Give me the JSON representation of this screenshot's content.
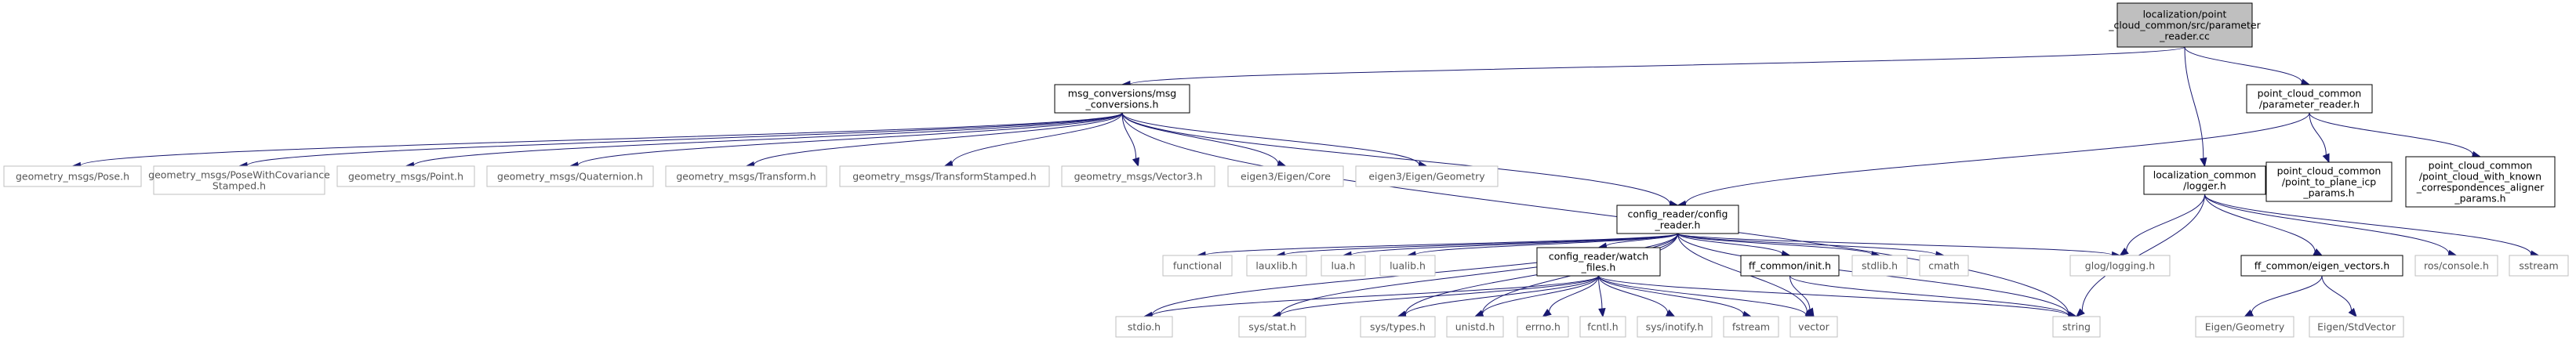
{
  "colors": {
    "edge": "#191970",
    "root_fill": "#bfbfbf",
    "node_fill": "#ffffff",
    "node_stroke_internal": "#000000",
    "node_stroke_external": "#bfbfbf",
    "text_internal": "#000000",
    "text_external": "#555555"
  },
  "nodes": [
    {
      "id": "root",
      "lines": [
        "localization/point",
        "_cloud_common/src/parameter",
        "_reader.cc"
      ],
      "kind": "root"
    },
    {
      "id": "msg_conv",
      "lines": [
        "msg_conversions/msg",
        "_conversions.h"
      ],
      "kind": "internal"
    },
    {
      "id": "pcc_param",
      "lines": [
        "point_cloud_common",
        "/parameter_reader.h"
      ],
      "kind": "internal"
    },
    {
      "id": "pose",
      "lines": [
        "geometry_msgs/Pose.h"
      ],
      "kind": "external"
    },
    {
      "id": "pose_cov",
      "lines": [
        "geometry_msgs/PoseWithCovariance",
        "Stamped.h"
      ],
      "kind": "external"
    },
    {
      "id": "point",
      "lines": [
        "geometry_msgs/Point.h"
      ],
      "kind": "external"
    },
    {
      "id": "quat",
      "lines": [
        "geometry_msgs/Quaternion.h"
      ],
      "kind": "external"
    },
    {
      "id": "transform",
      "lines": [
        "geometry_msgs/Transform.h"
      ],
      "kind": "external"
    },
    {
      "id": "transform_st",
      "lines": [
        "geometry_msgs/TransformStamped.h"
      ],
      "kind": "external"
    },
    {
      "id": "vector3",
      "lines": [
        "geometry_msgs/Vector3.h"
      ],
      "kind": "external"
    },
    {
      "id": "eigen_core",
      "lines": [
        "eigen3/Eigen/Core"
      ],
      "kind": "external"
    },
    {
      "id": "eigen_geom",
      "lines": [
        "eigen3/Eigen/Geometry"
      ],
      "kind": "external"
    },
    {
      "id": "config_reader",
      "lines": [
        "config_reader/config",
        "_reader.h"
      ],
      "kind": "internal"
    },
    {
      "id": "loc_logger",
      "lines": [
        "localization_common",
        "/logger.h"
      ],
      "kind": "internal"
    },
    {
      "id": "p2p_icp",
      "lines": [
        "point_cloud_common",
        "/point_to_plane_icp",
        "_params.h"
      ],
      "kind": "internal"
    },
    {
      "id": "aligner",
      "lines": [
        "point_cloud_common",
        "/point_cloud_with_known",
        "_correspondences_aligner",
        "_params.h"
      ],
      "kind": "internal"
    },
    {
      "id": "functional",
      "lines": [
        "functional"
      ],
      "kind": "external"
    },
    {
      "id": "lauxlib",
      "lines": [
        "lauxlib.h"
      ],
      "kind": "external"
    },
    {
      "id": "lua",
      "lines": [
        "lua.h"
      ],
      "kind": "external"
    },
    {
      "id": "lualib",
      "lines": [
        "lualib.h"
      ],
      "kind": "external"
    },
    {
      "id": "watch_files",
      "lines": [
        "config_reader/watch",
        "_files.h"
      ],
      "kind": "internal"
    },
    {
      "id": "ff_init",
      "lines": [
        "ff_common/init.h"
      ],
      "kind": "internal"
    },
    {
      "id": "stdlib",
      "lines": [
        "stdlib.h"
      ],
      "kind": "external"
    },
    {
      "id": "cmath",
      "lines": [
        "cmath"
      ],
      "kind": "external"
    },
    {
      "id": "glog",
      "lines": [
        "glog/logging.h"
      ],
      "kind": "external"
    },
    {
      "id": "ff_eigen",
      "lines": [
        "ff_common/eigen_vectors.h"
      ],
      "kind": "internal"
    },
    {
      "id": "ros_console",
      "lines": [
        "ros/console.h"
      ],
      "kind": "external"
    },
    {
      "id": "sstream",
      "lines": [
        "sstream"
      ],
      "kind": "external"
    },
    {
      "id": "stdio",
      "lines": [
        "stdio.h"
      ],
      "kind": "external"
    },
    {
      "id": "sys_stat",
      "lines": [
        "sys/stat.h"
      ],
      "kind": "external"
    },
    {
      "id": "sys_types",
      "lines": [
        "sys/types.h"
      ],
      "kind": "external"
    },
    {
      "id": "unistd",
      "lines": [
        "unistd.h"
      ],
      "kind": "external"
    },
    {
      "id": "errno",
      "lines": [
        "errno.h"
      ],
      "kind": "external"
    },
    {
      "id": "fcntl",
      "lines": [
        "fcntl.h"
      ],
      "kind": "external"
    },
    {
      "id": "sys_inotify",
      "lines": [
        "sys/inotify.h"
      ],
      "kind": "external"
    },
    {
      "id": "fstream",
      "lines": [
        "fstream"
      ],
      "kind": "external"
    },
    {
      "id": "vector",
      "lines": [
        "vector"
      ],
      "kind": "external"
    },
    {
      "id": "string",
      "lines": [
        "string"
      ],
      "kind": "external"
    },
    {
      "id": "eigen_geometry2",
      "lines": [
        "Eigen/Geometry"
      ],
      "kind": "external"
    },
    {
      "id": "eigen_stdvector",
      "lines": [
        "Eigen/StdVector"
      ],
      "kind": "external"
    }
  ],
  "edges": [
    [
      "root",
      "msg_conv"
    ],
    [
      "root",
      "pcc_param"
    ],
    [
      "root",
      "loc_logger"
    ],
    [
      "msg_conv",
      "pose"
    ],
    [
      "msg_conv",
      "pose_cov"
    ],
    [
      "msg_conv",
      "point"
    ],
    [
      "msg_conv",
      "quat"
    ],
    [
      "msg_conv",
      "transform"
    ],
    [
      "msg_conv",
      "transform_st"
    ],
    [
      "msg_conv",
      "vector3"
    ],
    [
      "msg_conv",
      "eigen_core"
    ],
    [
      "msg_conv",
      "eigen_geom"
    ],
    [
      "msg_conv",
      "config_reader"
    ],
    [
      "msg_conv",
      "string"
    ],
    [
      "pcc_param",
      "config_reader"
    ],
    [
      "pcc_param",
      "p2p_icp"
    ],
    [
      "pcc_param",
      "aligner"
    ],
    [
      "config_reader",
      "functional"
    ],
    [
      "config_reader",
      "lauxlib"
    ],
    [
      "config_reader",
      "lua"
    ],
    [
      "config_reader",
      "lualib"
    ],
    [
      "config_reader",
      "watch_files"
    ],
    [
      "config_reader",
      "ff_init"
    ],
    [
      "config_reader",
      "stdlib"
    ],
    [
      "config_reader",
      "cmath"
    ],
    [
      "config_reader",
      "glog"
    ],
    [
      "config_reader",
      "stdio"
    ],
    [
      "config_reader",
      "sys_stat"
    ],
    [
      "config_reader",
      "sys_types"
    ],
    [
      "config_reader",
      "unistd"
    ],
    [
      "config_reader",
      "vector"
    ],
    [
      "config_reader",
      "string"
    ],
    [
      "watch_files",
      "stdio"
    ],
    [
      "watch_files",
      "sys_stat"
    ],
    [
      "watch_files",
      "sys_types"
    ],
    [
      "watch_files",
      "unistd"
    ],
    [
      "watch_files",
      "errno"
    ],
    [
      "watch_files",
      "fcntl"
    ],
    [
      "watch_files",
      "sys_inotify"
    ],
    [
      "watch_files",
      "fstream"
    ],
    [
      "watch_files",
      "vector"
    ],
    [
      "watch_files",
      "string"
    ],
    [
      "ff_init",
      "vector"
    ],
    [
      "ff_init",
      "string"
    ],
    [
      "loc_logger",
      "glog"
    ],
    [
      "loc_logger",
      "ff_eigen"
    ],
    [
      "loc_logger",
      "ros_console"
    ],
    [
      "loc_logger",
      "sstream"
    ],
    [
      "loc_logger",
      "string"
    ],
    [
      "ff_eigen",
      "eigen_geometry2"
    ],
    [
      "ff_eigen",
      "eigen_stdvector"
    ]
  ]
}
